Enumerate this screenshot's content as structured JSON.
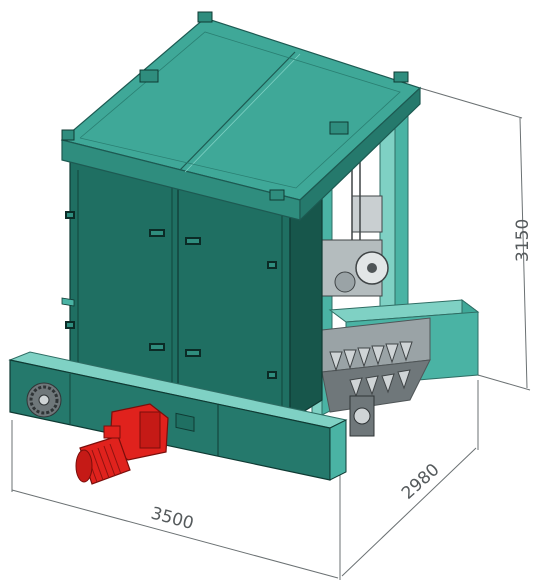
{
  "dimensions": {
    "width": "3500",
    "depth": "2980",
    "height": "3150"
  },
  "colors": {
    "body_green": "#1f6f62",
    "body_green_dark": "#17564b",
    "frame_teal": "#4ab3a4",
    "frame_teal_light": "#7fd1c4",
    "roof_teal": "#3fa898",
    "motor_red": "#e0221d",
    "steel_gray": "#9aa3a6",
    "dimension_line": "#6b7173"
  },
  "parts": [
    "drive-motor",
    "sprocket",
    "chain-conveyor",
    "bearing-assembly",
    "access-doors",
    "roof-cover"
  ]
}
